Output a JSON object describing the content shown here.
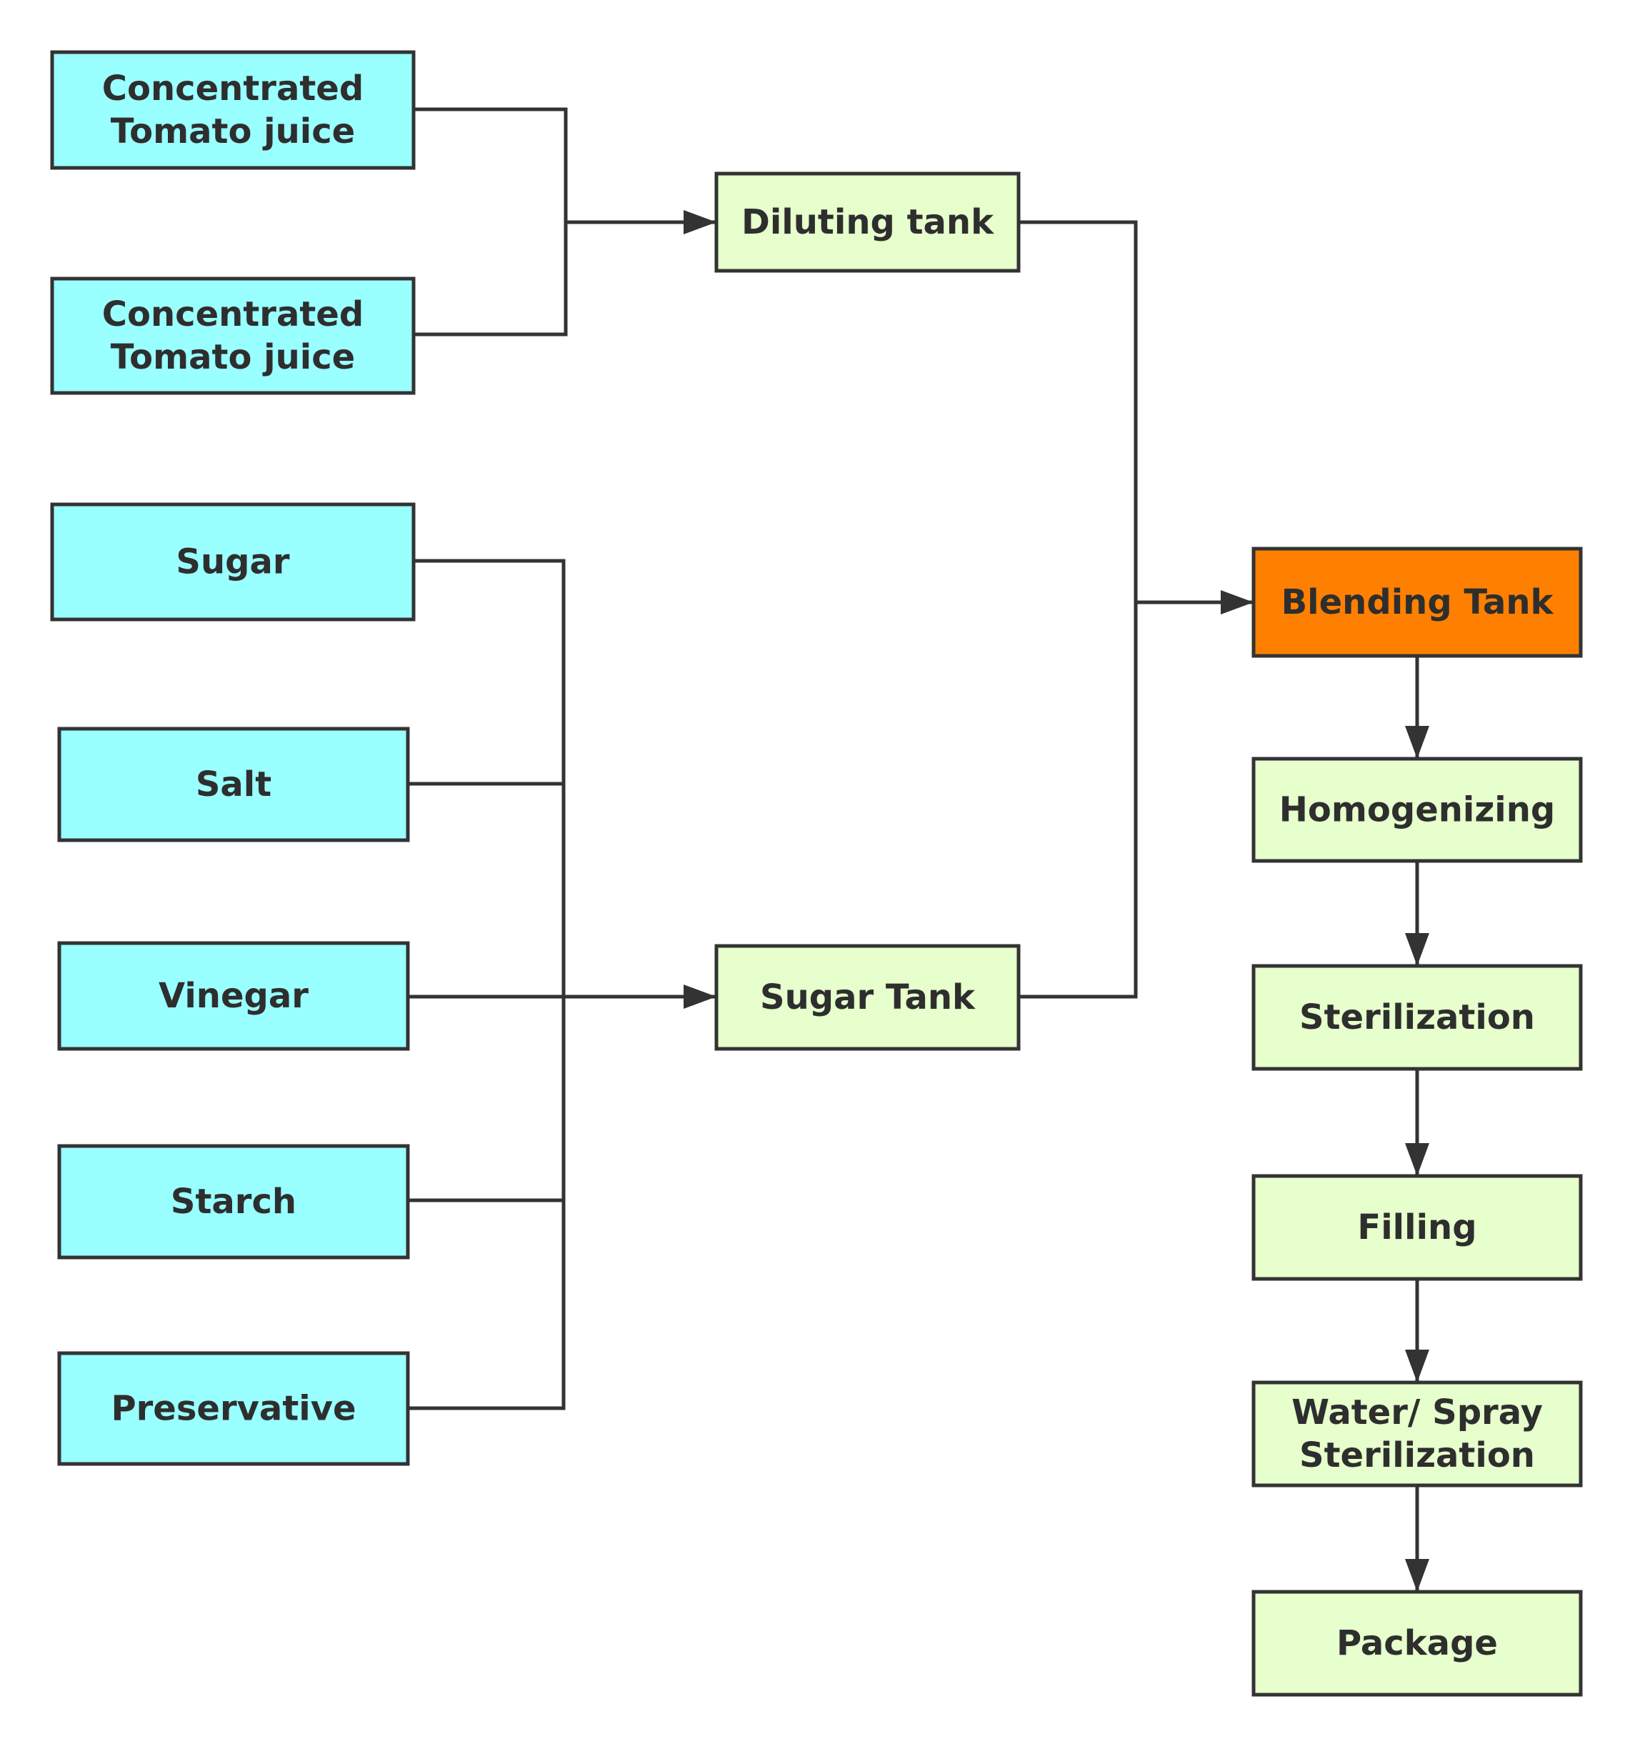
{
  "colors": {
    "ingredient": "#99ffff",
    "process": "#e6ffcc",
    "highlight": "#ff8000",
    "line": "#333333"
  },
  "nodes": {
    "tomato_juice_1": {
      "lines": [
        "Concentrated",
        "Tomato juice"
      ]
    },
    "tomato_juice_2": {
      "lines": [
        "Concentrated",
        "Tomato juice"
      ]
    },
    "sugar": {
      "lines": [
        "Sugar"
      ]
    },
    "salt": {
      "lines": [
        "Salt"
      ]
    },
    "vinegar": {
      "lines": [
        "Vinegar"
      ]
    },
    "starch": {
      "lines": [
        "Starch"
      ]
    },
    "preservative": {
      "lines": [
        "Preservative"
      ]
    },
    "diluting_tank": {
      "lines": [
        "Diluting tank"
      ]
    },
    "sugar_tank": {
      "lines": [
        "Sugar Tank"
      ]
    },
    "blending_tank": {
      "lines": [
        "Blending Tank"
      ]
    },
    "homogenizing": {
      "lines": [
        "Homogenizing"
      ]
    },
    "sterilization": {
      "lines": [
        "Sterilization"
      ]
    },
    "filling": {
      "lines": [
        "Filling"
      ]
    },
    "water_spray_sterilization": {
      "lines": [
        "Water/ Spray",
        "Sterilization"
      ]
    },
    "package": {
      "lines": [
        "Package"
      ]
    }
  },
  "edges": [
    {
      "from": "tomato_juice_1",
      "to": "diluting_tank"
    },
    {
      "from": "tomato_juice_2",
      "to": "diluting_tank"
    },
    {
      "from": "sugar",
      "to": "sugar_tank"
    },
    {
      "from": "salt",
      "to": "sugar_tank"
    },
    {
      "from": "vinegar",
      "to": "sugar_tank"
    },
    {
      "from": "starch",
      "to": "sugar_tank"
    },
    {
      "from": "preservative",
      "to": "sugar_tank"
    },
    {
      "from": "diluting_tank",
      "to": "blending_tank"
    },
    {
      "from": "sugar_tank",
      "to": "blending_tank"
    },
    {
      "from": "blending_tank",
      "to": "homogenizing"
    },
    {
      "from": "homogenizing",
      "to": "sterilization"
    },
    {
      "from": "sterilization",
      "to": "filling"
    },
    {
      "from": "filling",
      "to": "water_spray_sterilization"
    },
    {
      "from": "water_spray_sterilization",
      "to": "package"
    }
  ]
}
